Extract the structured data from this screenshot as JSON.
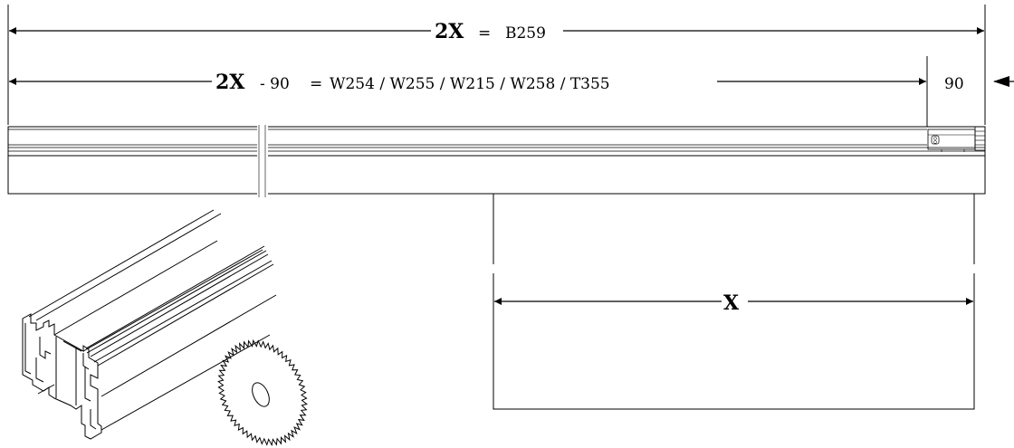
{
  "dim_total": {
    "var": "2X",
    "eq": "=",
    "code": "B259"
  },
  "dim_main": {
    "var": "2X",
    "minus": "- 90",
    "eq": "=",
    "codes": "W254 / W255 / W215 / W258 / T355"
  },
  "dim_end": {
    "value": "90"
  },
  "dim_x": {
    "var": "X"
  }
}
